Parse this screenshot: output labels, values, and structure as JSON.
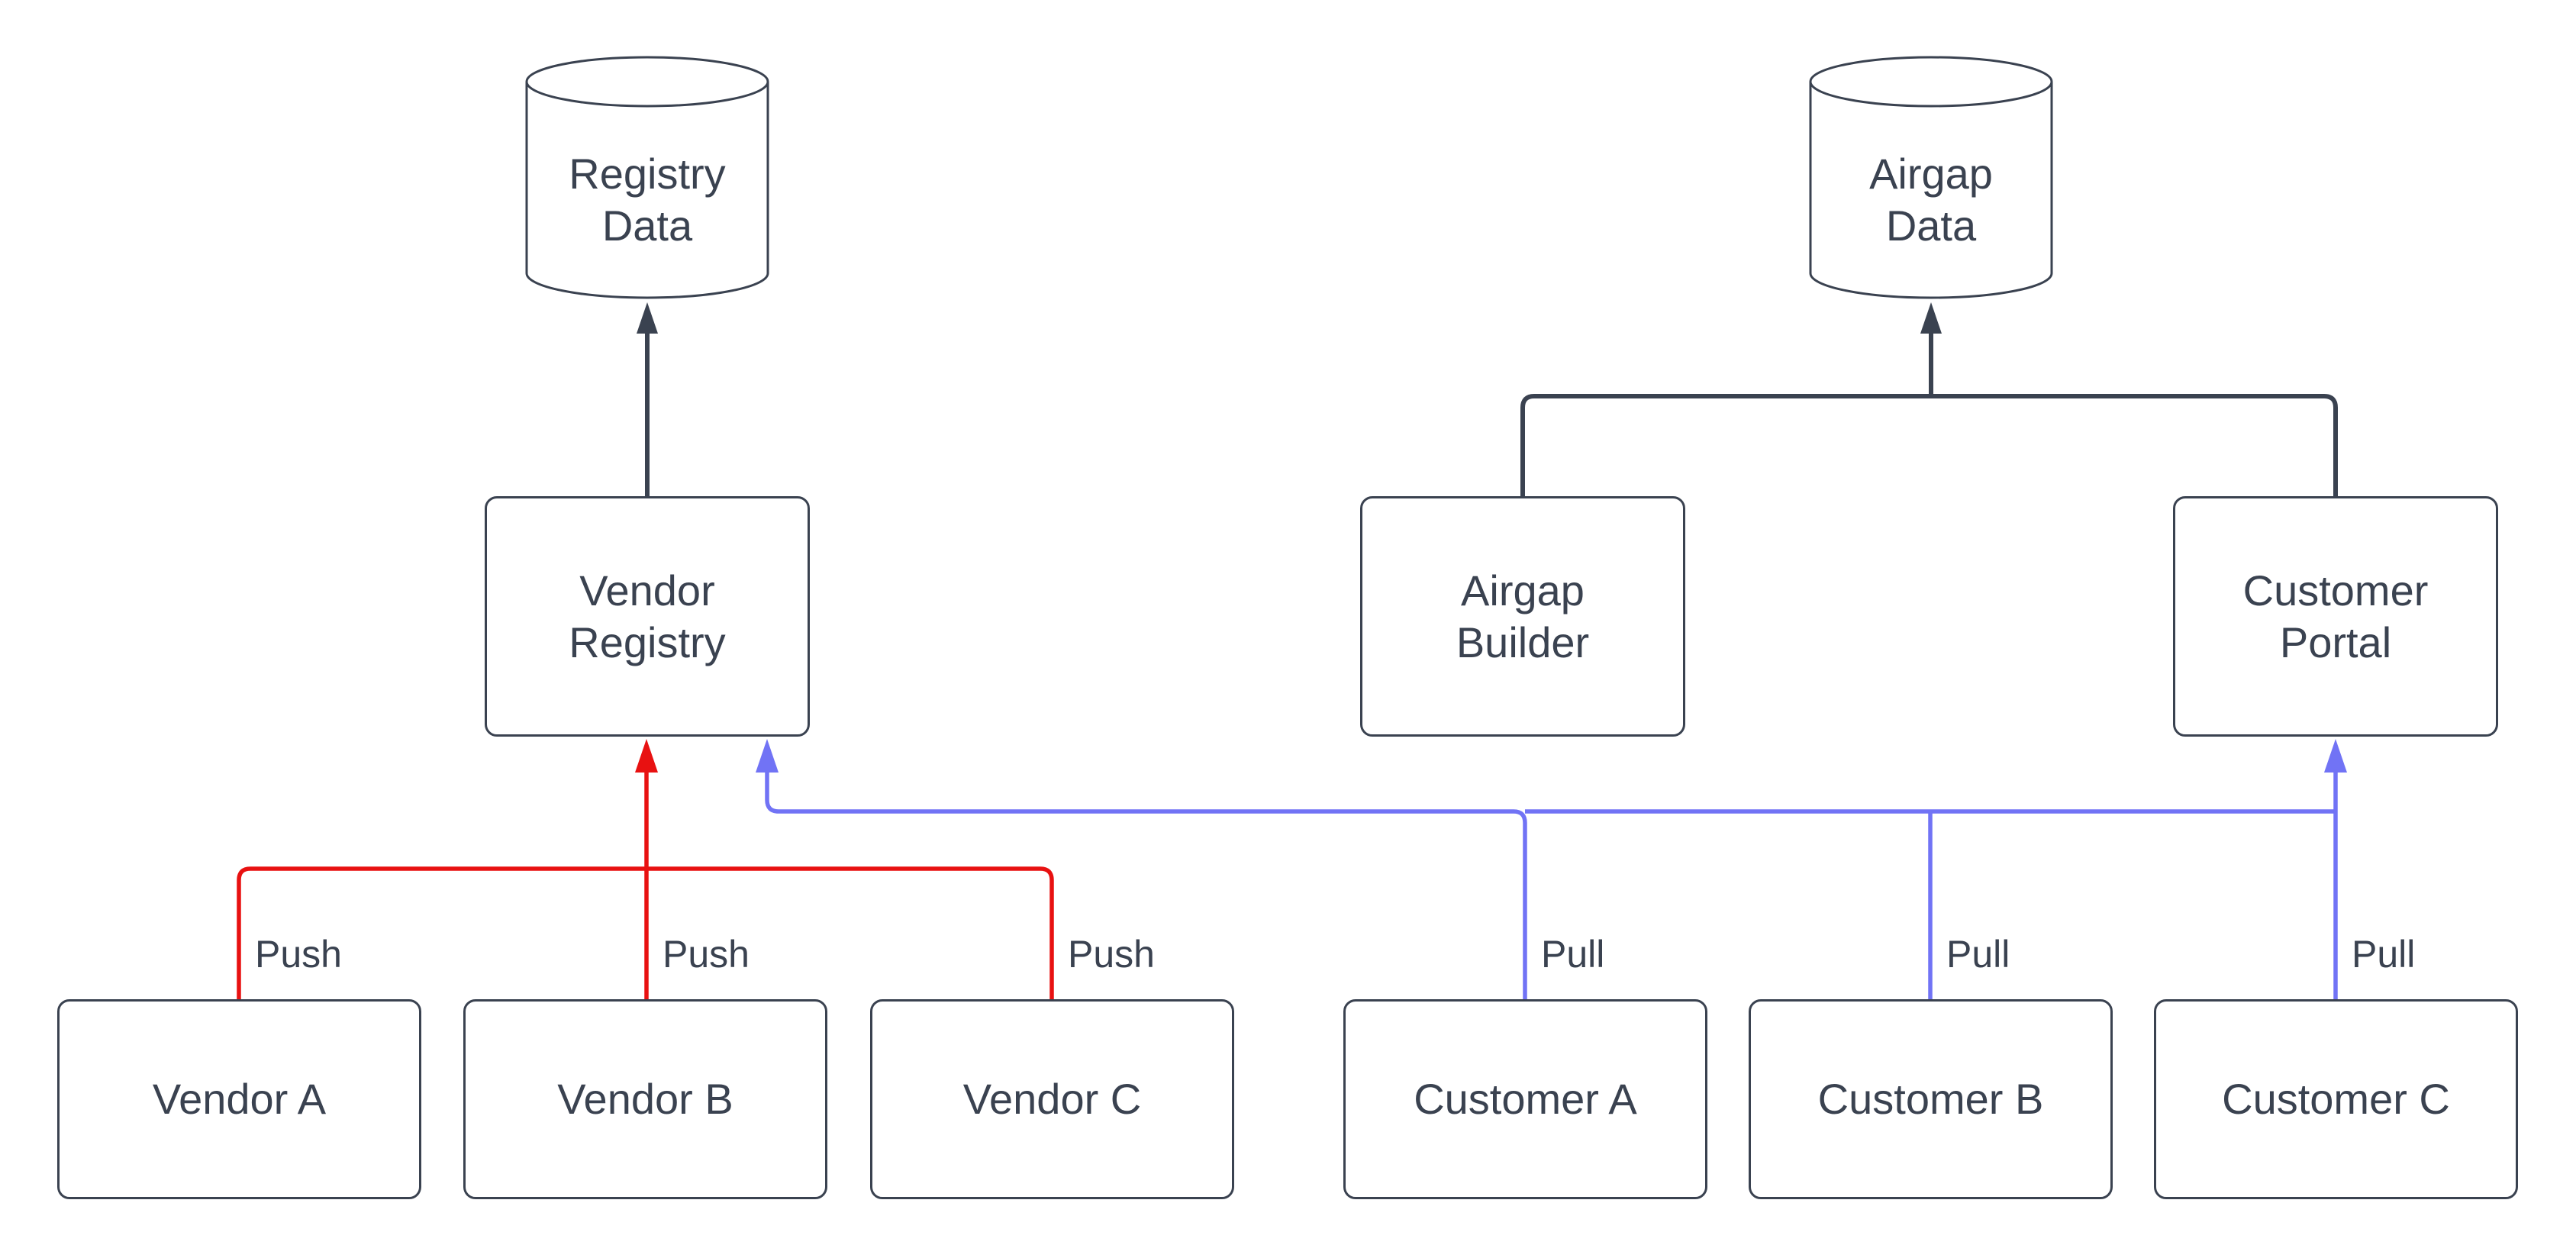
{
  "colors": {
    "ink": "#3a4250",
    "push": "#e81111",
    "pull": "#7173f5",
    "text": "#3a4250",
    "bg": "#ffffff"
  },
  "nodes": {
    "registry_data": {
      "label": "Registry\nData"
    },
    "airgap_data": {
      "label": "Airgap\nData"
    },
    "vendor_registry": {
      "label": "Vendor\nRegistry"
    },
    "airgap_builder": {
      "label": "Airgap\nBuilder"
    },
    "customer_portal": {
      "label": "Customer\nPortal"
    },
    "vendor_a": {
      "label": "Vendor A"
    },
    "vendor_b": {
      "label": "Vendor B"
    },
    "vendor_c": {
      "label": "Vendor C"
    },
    "customer_a": {
      "label": "Customer A"
    },
    "customer_b": {
      "label": "Customer B"
    },
    "customer_c": {
      "label": "Customer C"
    }
  },
  "edges": {
    "push_a": {
      "label": "Push"
    },
    "push_b": {
      "label": "Push"
    },
    "push_c": {
      "label": "Push"
    },
    "pull_a": {
      "label": "Pull"
    },
    "pull_b": {
      "label": "Pull"
    },
    "pull_c": {
      "label": "Pull"
    }
  }
}
